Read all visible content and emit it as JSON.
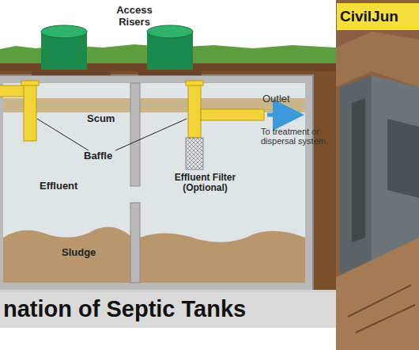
{
  "diagram": {
    "nodes": [
      {
        "text": [
          "CivilJun"
        ]
      },
      {
        "text": [
          "nation of Septic Tanks"
        ]
      }
    ],
    "labels": [
      "Access Risers",
      "Scum",
      "Baffle",
      "Outlet",
      "To treatment or dispersal system.",
      "Effluent",
      "Effluent Filter (Optional)",
      "Sludge"
    ]
  }
}
